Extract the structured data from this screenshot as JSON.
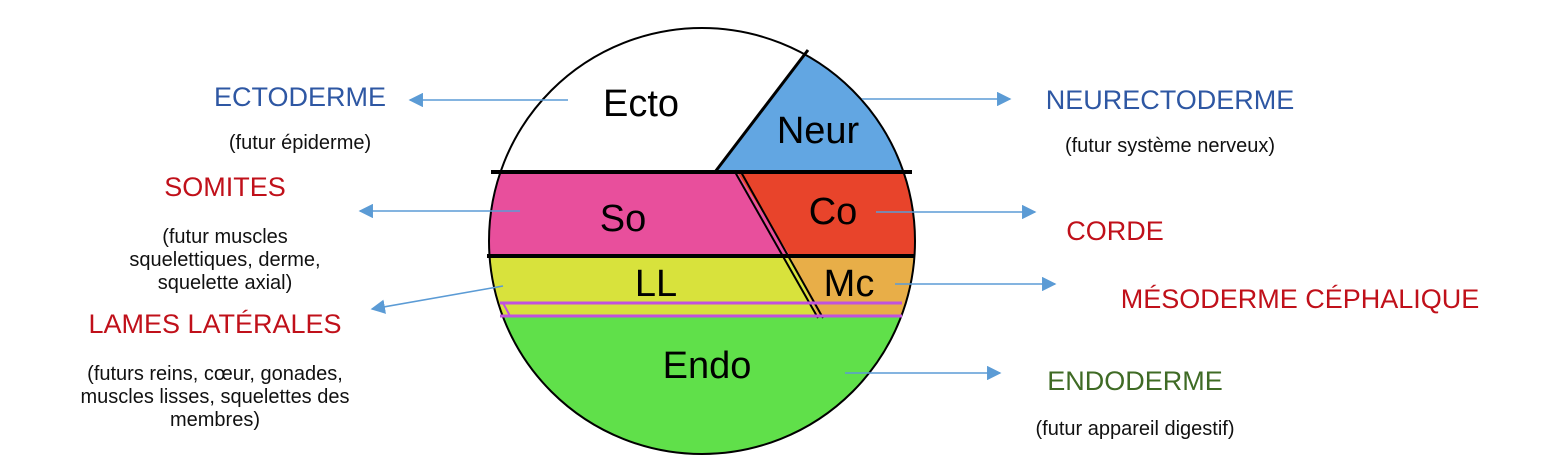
{
  "regions": {
    "ecto": "Ecto",
    "neur": "Neur",
    "so": "So",
    "co": "Co",
    "ll": "LL",
    "mc": "Mc",
    "endo": "Endo"
  },
  "labels": {
    "ectoderme": {
      "title": "ECTODERME",
      "sub": "(futur épiderme)"
    },
    "neurectoderme": {
      "title": "NEURECTODERME",
      "sub": "(futur système nerveux)"
    },
    "somites": {
      "title": "SOMITES",
      "sub": "(futur muscles\nsquelettiques, derme,\nsquelette axial)"
    },
    "corde": {
      "title": "CORDE"
    },
    "lames": {
      "title": "LAMES LATÉRALES",
      "sub": "(futurs reins, cœur, gonades,\nmuscles lisses, squelettes des\nmembres)"
    },
    "mesoderme": {
      "title": "MÉSODERME  CÉPHALIQUE"
    },
    "endoderme": {
      "title": "ENDODERME",
      "sub": "(futur appareil digestif)"
    }
  },
  "colors": {
    "ecto": "#ffffff",
    "neur": "#62a6e2",
    "so": "#e84f9c",
    "co": "#e8442b",
    "ll": "#d8e23c",
    "mc": "#e8ae48",
    "endo": "#60e04a",
    "band": "#c052de",
    "arrow": "#5b9bd5",
    "blue_text": "#2e57a3",
    "red_text": "#c0101a",
    "green_text": "#3f6b25"
  }
}
